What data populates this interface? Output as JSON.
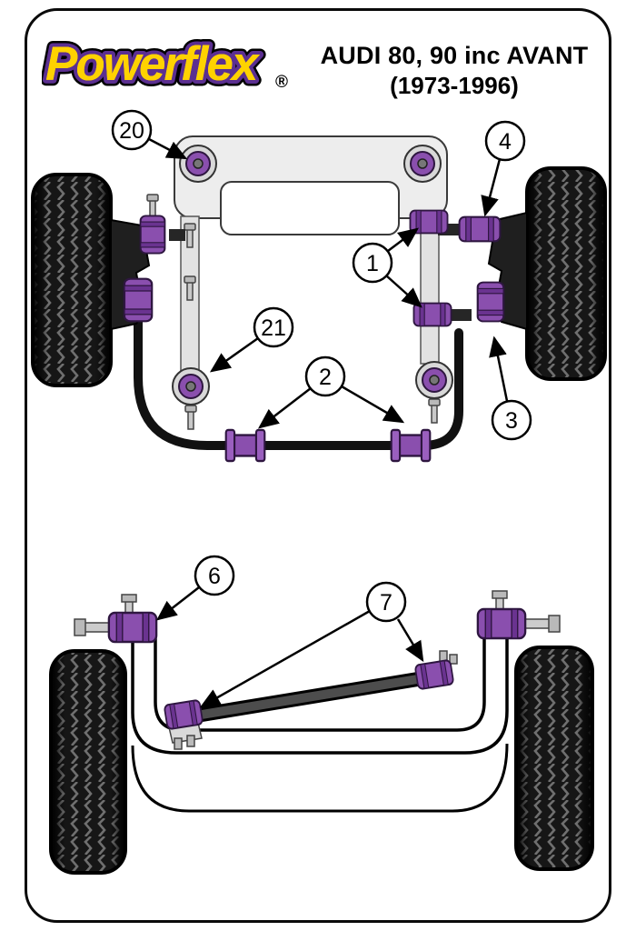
{
  "brand": {
    "name": "Powerflex",
    "registered": "®"
  },
  "header": {
    "title_line1": "AUDI 80, 90 inc AVANT",
    "title_line2": "(1973-1996)"
  },
  "colors": {
    "bush_purple": "#8a4fae",
    "bush_purple_dark": "#6a3390",
    "bush_outline": "#2e1640",
    "logo_yellow": "#ffd200",
    "logo_outline_purple": "#5b2f91",
    "diagram_line": "#000000",
    "subframe_gray": "#ededed"
  },
  "callouts": {
    "c20": {
      "label": "20"
    },
    "c4": {
      "label": "4"
    },
    "c1": {
      "label": "1"
    },
    "c21": {
      "label": "21"
    },
    "c3": {
      "label": "3"
    },
    "c2": {
      "label": "2"
    },
    "c6": {
      "label": "6"
    },
    "c7": {
      "label": "7"
    }
  }
}
